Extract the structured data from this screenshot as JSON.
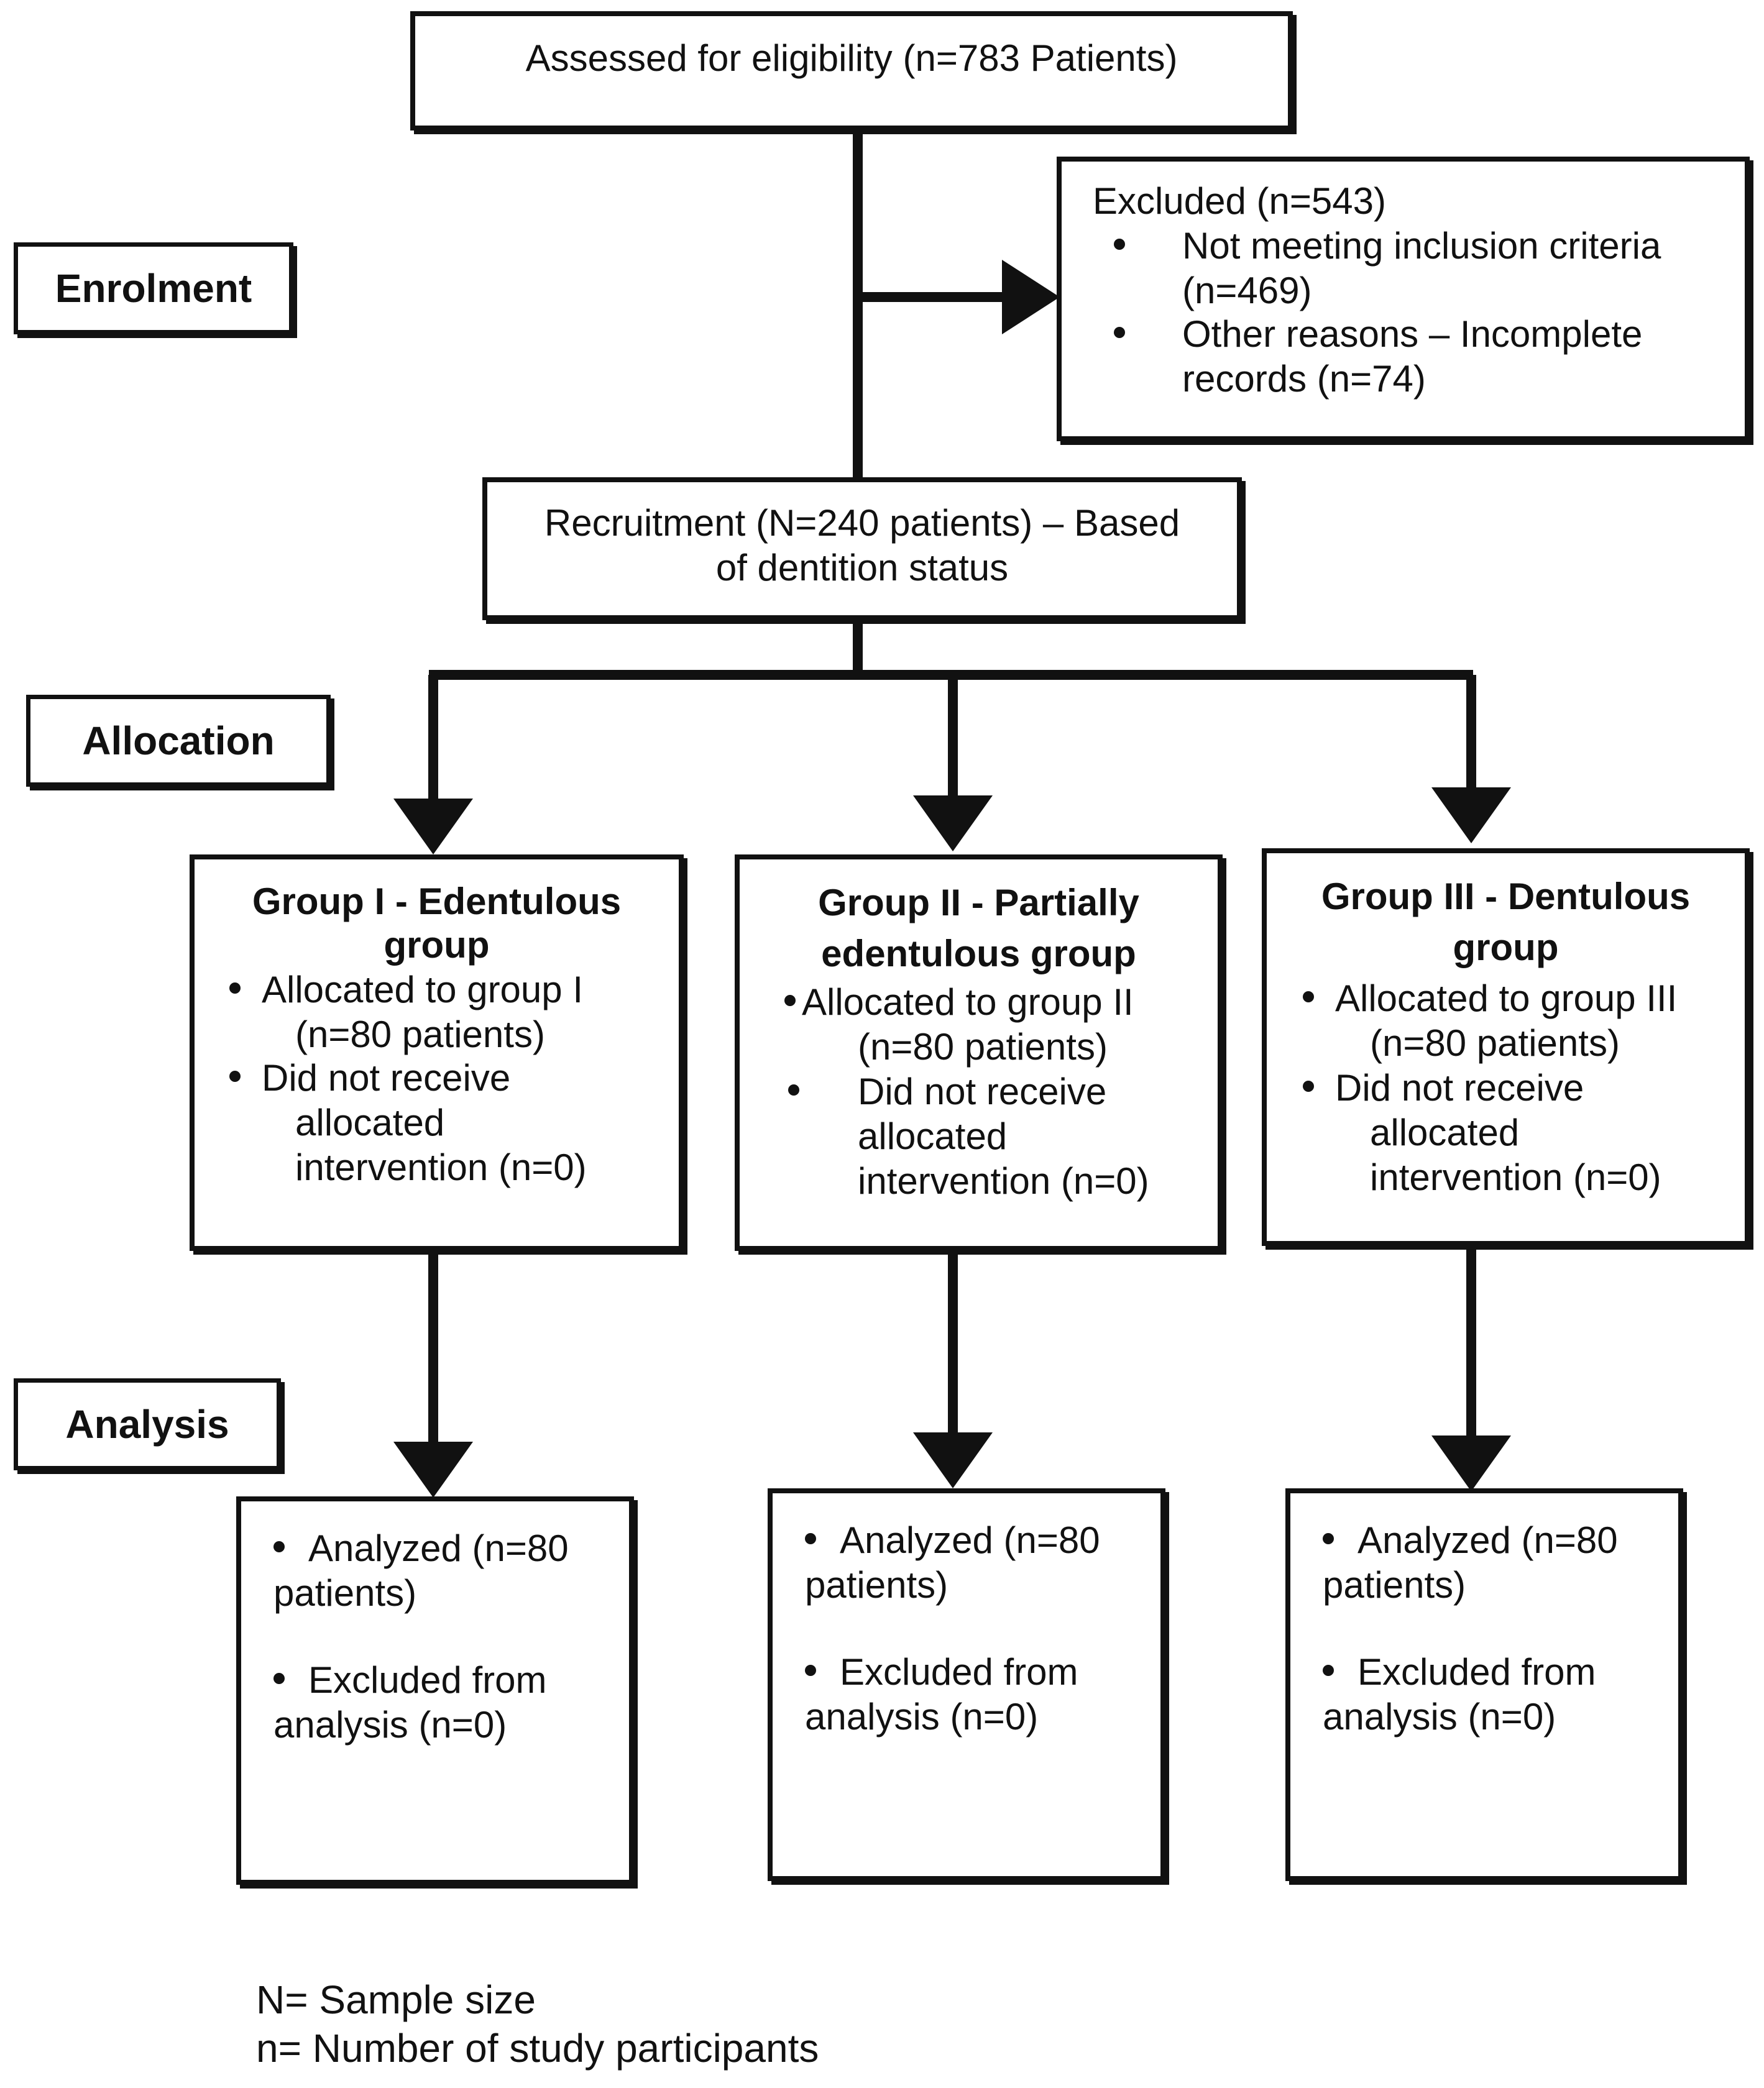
{
  "stages": {
    "enrolment": "Enrolment",
    "allocation": "Allocation",
    "analysis": "Analysis"
  },
  "assessed": {
    "text": "Assessed for eligibility (n=783 Patients)"
  },
  "excluded": {
    "title": "Excluded (n=543)",
    "items": [
      "Not meeting inclusion criteria (n=469)",
      "Other reasons – Incomplete records (n=74)"
    ]
  },
  "recruitment": {
    "line1": "Recruitment (N=240 patients) – Based",
    "line2": "of dentition status"
  },
  "groups": [
    {
      "title_line1": "Group I - Edentulous",
      "title_line2": "group",
      "allocated_line1": "Allocated to group I",
      "allocated_line2": "(n=80 patients)",
      "not_received_line1": "Did not receive",
      "not_received_line2": "allocated",
      "not_received_line3": "intervention (n=0)"
    },
    {
      "title_line1": "Group II - Partially",
      "title_line2": "edentulous group",
      "allocated_line1": "Allocated to group II",
      "allocated_line2": "(n=80 patients)",
      "not_received_line1": "Did not receive",
      "not_received_line2": "allocated",
      "not_received_line3": "intervention (n=0)"
    },
    {
      "title_line1": "Group III - Dentulous",
      "title_line2": "group",
      "allocated_line1": "Allocated to group III",
      "allocated_line2": "(n=80 patients)",
      "not_received_line1": "Did not receive",
      "not_received_line2": "allocated",
      "not_received_line3": "intervention (n=0)"
    }
  ],
  "analysis_boxes": [
    {
      "analyzed_line1": "Analyzed (n=80",
      "analyzed_line2": "patients)",
      "excluded_line1": "Excluded from",
      "excluded_line2": "analysis (n=0)"
    },
    {
      "analyzed_line1": "Analyzed (n=80",
      "analyzed_line2": "patients)",
      "excluded_line1": "Excluded from",
      "excluded_line2": "analysis (n=0)"
    },
    {
      "analyzed_line1": "Analyzed (n=80",
      "analyzed_line2": "patients)",
      "excluded_line1": "Excluded from",
      "excluded_line2": "analysis (n=0)"
    }
  ],
  "legend": {
    "line1": "N= Sample size",
    "line2": "n= Number of study participants"
  }
}
